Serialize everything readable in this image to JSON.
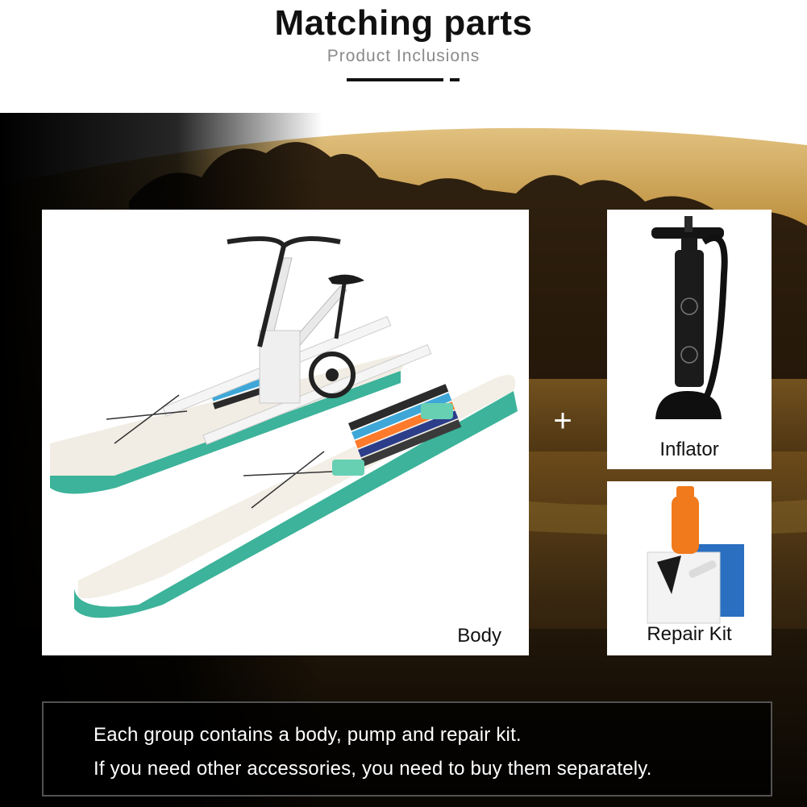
{
  "header": {
    "title": "Matching parts",
    "subtitle": "Product Inclusions"
  },
  "panels": {
    "body_label": "Body",
    "inflator_label": "Inflator",
    "repair_label": "Repair Kit"
  },
  "plus_symbol": "+",
  "note": {
    "line1": "Each group contains a body, pump and repair kit.",
    "line2": "If you need other accessories, you need to buy them separately."
  },
  "colors": {
    "boat_teal": "#3cb39a",
    "sky_gold": "#c99a3a",
    "night_dark": "#120c06",
    "kit_orange": "#f07a1c",
    "patch_blue": "#2a6fc0"
  }
}
